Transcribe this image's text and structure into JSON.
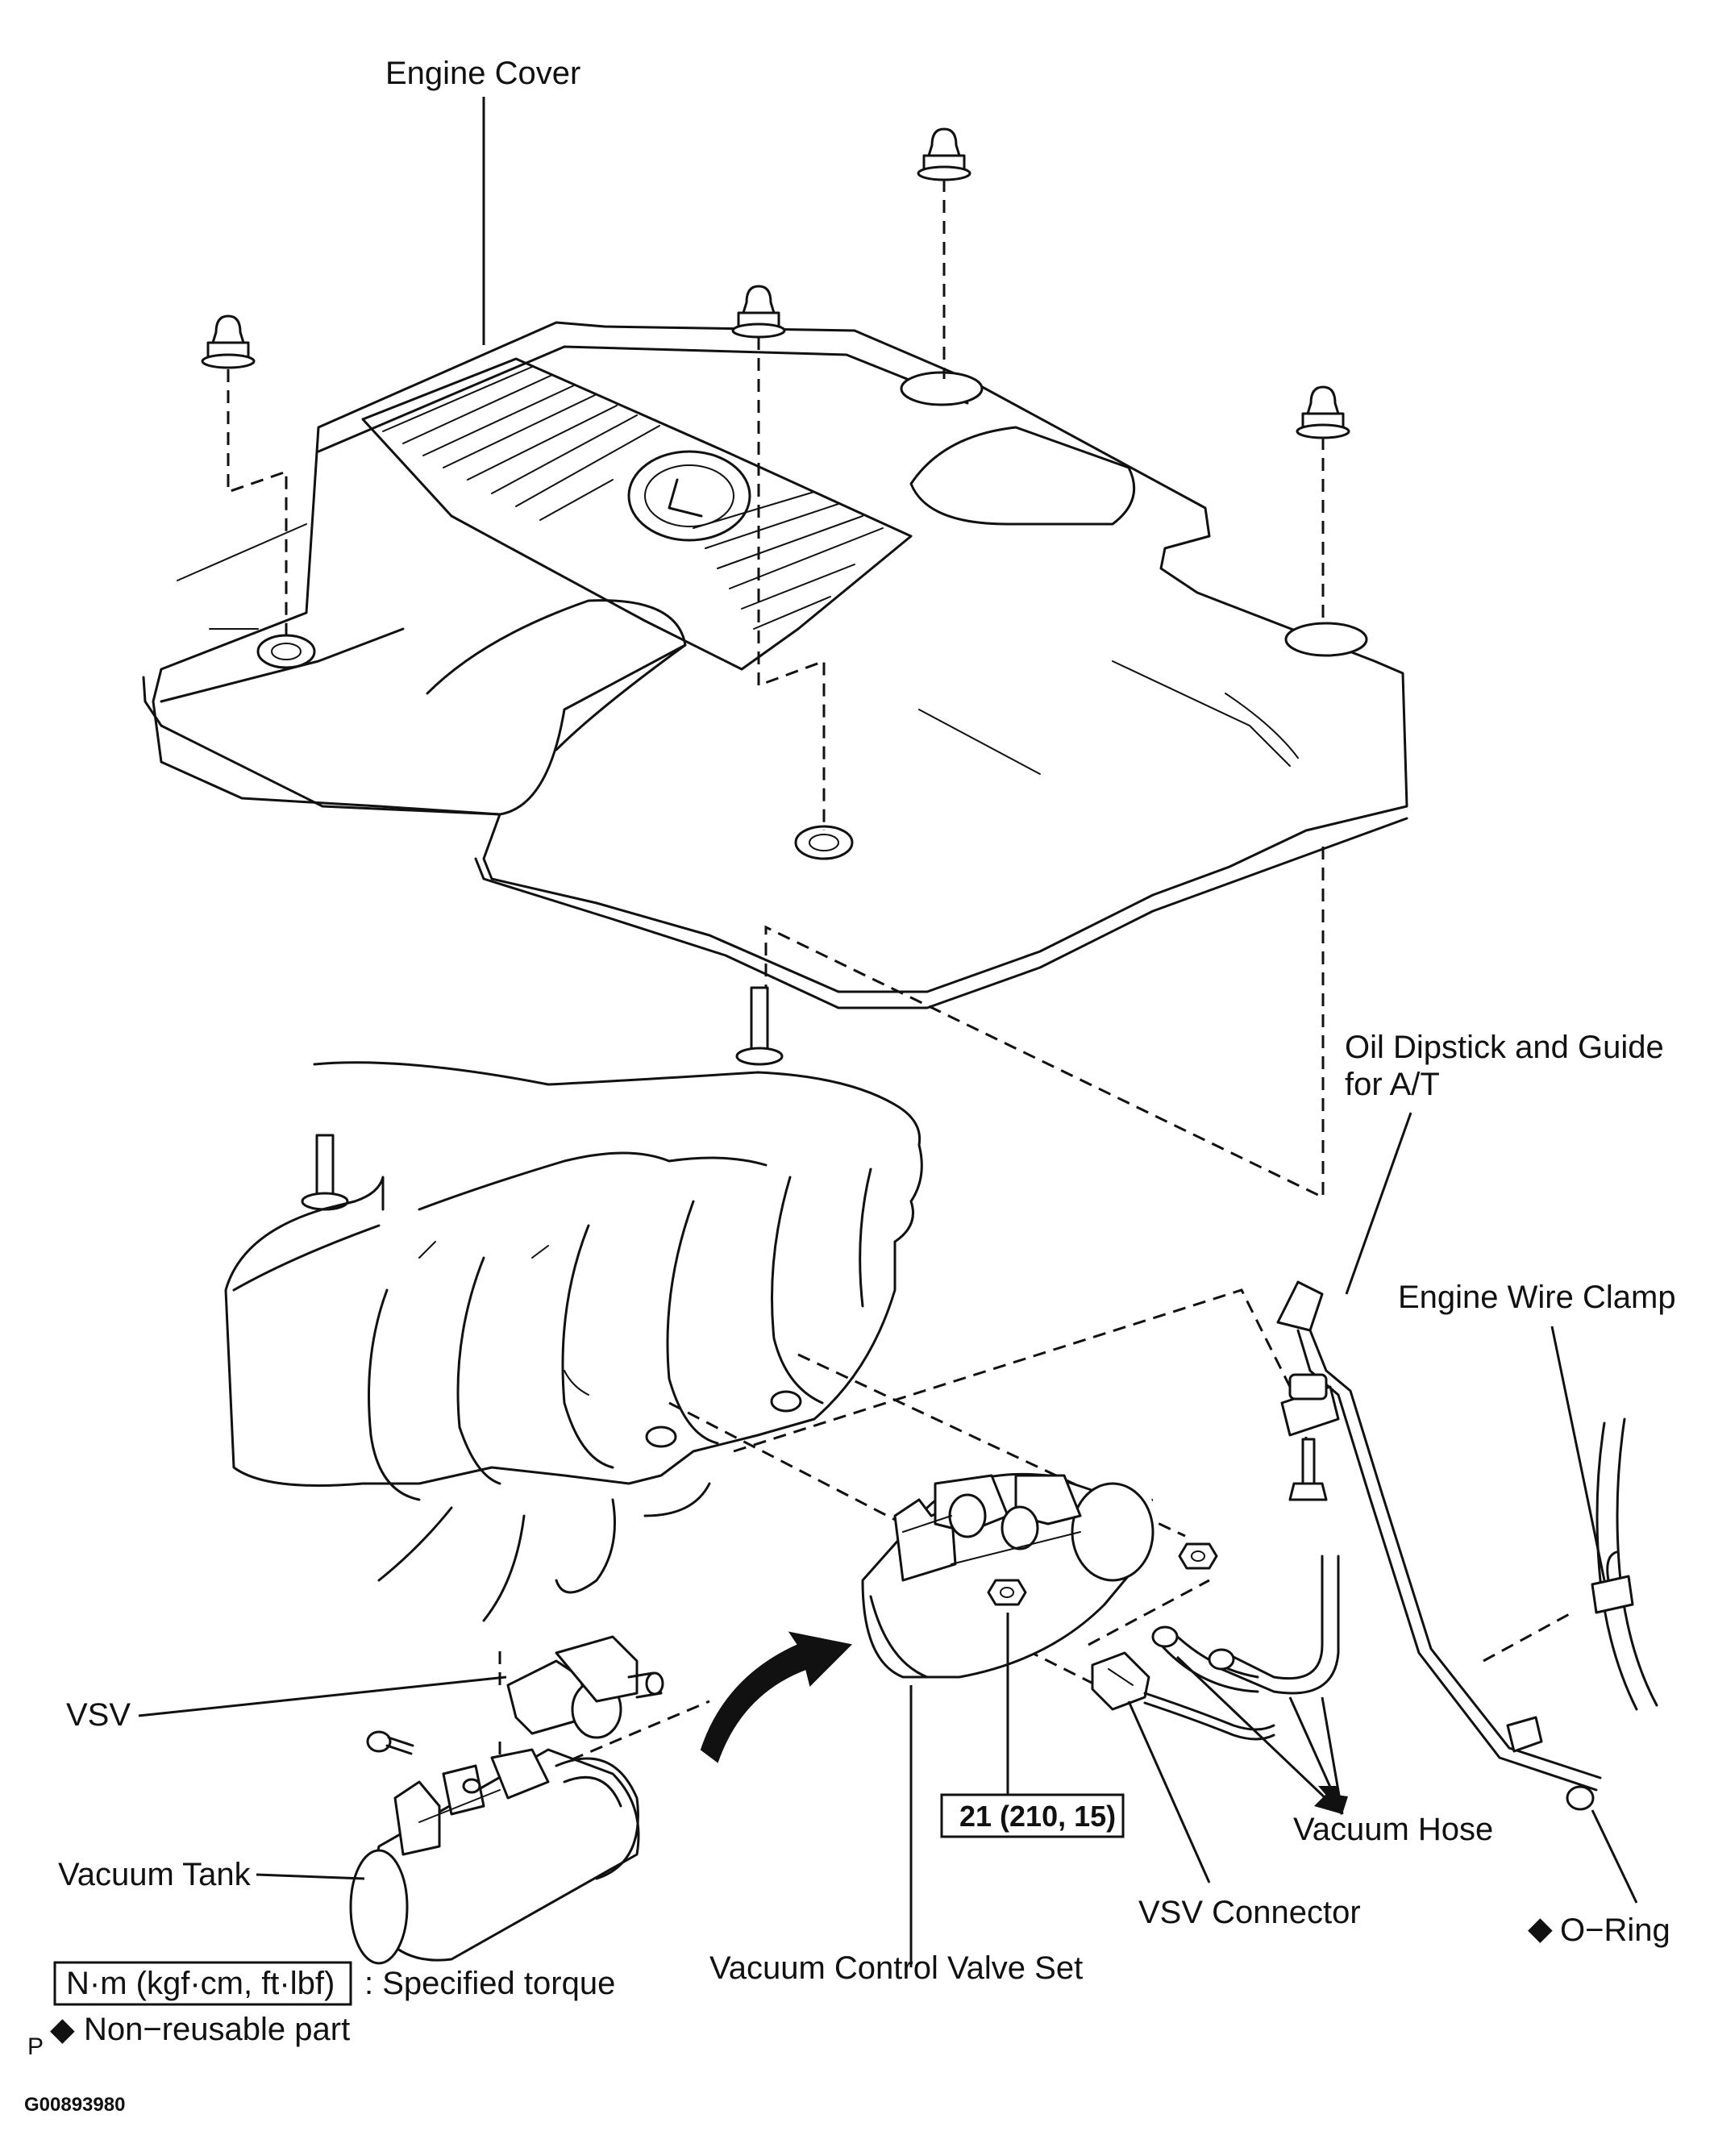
{
  "labels": {
    "engine_cover": "Engine Cover",
    "oil_dipstick": "Oil Dipstick and Guide",
    "oil_dipstick_2": "for A/T",
    "engine_wire_clamp": "Engine Wire Clamp",
    "vsv": "VSV",
    "vacuum_tank": "Vacuum Tank",
    "vacuum_control_valve_set": "Vacuum Control Valve Set",
    "vsv_connector": "VSV Connector",
    "vacuum_hose": "Vacuum Hose",
    "o_ring": "O−Ring",
    "torque_value": "21 (210, 15)"
  },
  "legend": {
    "torque_unit": "N·m (kgf·cm, ft·lbf)",
    "torque_desc": ": Specified torque",
    "nonreusable_symbol": "◆",
    "nonreusable_desc": "Non−reusable part",
    "prefix_p": "P"
  },
  "figure_code": "G00893980"
}
